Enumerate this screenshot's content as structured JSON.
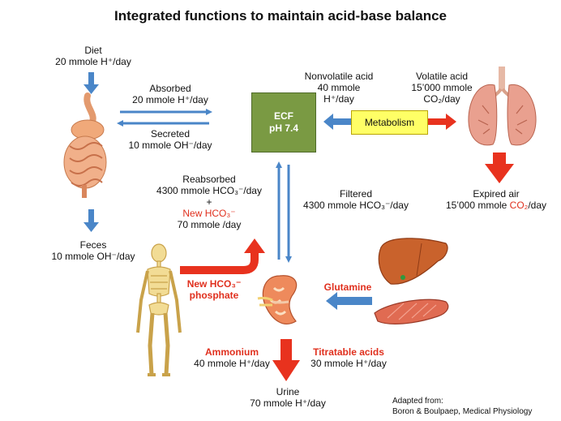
{
  "title": "Integrated functions to maintain acid-base balance",
  "diet": {
    "label": "Diet",
    "value": "20 mmole H⁺/day"
  },
  "absorbed": {
    "label": "Absorbed",
    "value": "20 mmole H⁺/day"
  },
  "secreted": {
    "label": "Secreted",
    "value": "10 mmole OH⁻/day"
  },
  "feces": {
    "label": "Feces",
    "value": "10 mmole OH⁻/day"
  },
  "ecf": {
    "line1": "ECF",
    "line2": "pH 7.4"
  },
  "metabolism": "Metabolism",
  "nonvolatile": {
    "line1": "Nonvolatile acid",
    "line2": "40 mmole",
    "line3": "H⁺/day"
  },
  "volatile": {
    "line1": "Volatile acid",
    "line2": "15’000 mmole",
    "line3": "CO₂/day"
  },
  "expired": {
    "label": "Expired air",
    "value_prefix": "15’000 mmole ",
    "value_red": "CO₂",
    "value_suffix": "/day"
  },
  "reabsorbed": {
    "line1": "Reabsorbed",
    "line2": "4300 mmole HCO₃⁻/day",
    "line3": "+",
    "line4": "New HCO₃⁻",
    "line5": "70 mmole /day"
  },
  "filtered": {
    "label": "Filtered",
    "value": "4300 mmole HCO₃⁻/day"
  },
  "new_hco3_phosphate": {
    "line1": "New HCO₃⁻",
    "line2": "phosphate"
  },
  "glutamine": "Glutamine",
  "ammonium": {
    "label": "Ammonium",
    "value": "40 mmole H⁺/day"
  },
  "titratable": {
    "label": "Titratable acids",
    "value": "30 mmole H⁺/day"
  },
  "urine": {
    "label": "Urine",
    "value": "70 mmole H⁺/day"
  },
  "credit": {
    "line1": "Adapted from:",
    "line2": "Boron & Boulpaep, Medical Physiology"
  },
  "colors": {
    "blue_arrow": "#4a86c8",
    "red_arrow": "#e8321e",
    "ecf_box": "#7a9a43",
    "metabolism_box": "#ffff66",
    "red_text": "#e0301e"
  }
}
